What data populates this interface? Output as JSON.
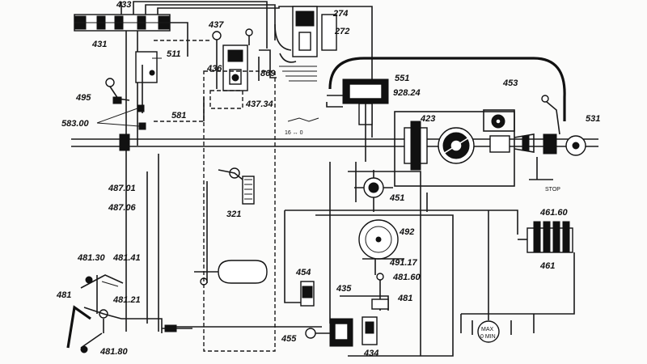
{
  "labels": {
    "l433": "433",
    "l431": "431",
    "l437": "437",
    "l436": "436",
    "l274": "274",
    "l272": "272",
    "l511": "511",
    "l869": "869",
    "l437_34": "437.34",
    "l551": "551",
    "l928_24": "928.24",
    "l453": "453",
    "l495": "495",
    "l583_00": "583.00",
    "l581": "581",
    "l423": "423",
    "l531": "531",
    "l487_01": "487.01",
    "l487_06": "487.06",
    "l321": "321",
    "l451": "451",
    "l461_60": "461.60",
    "l461": "461",
    "l492": "492",
    "l491_17": "491.17",
    "l454": "454",
    "l481_60": "481.60",
    "l481_30": "481.30",
    "l481_41": "481.41",
    "l481_21": "481.21",
    "l481a": "481",
    "l481b": "481",
    "l435": "435",
    "l455": "455",
    "l434": "434",
    "l481_80": "481.80",
    "l16_0": "16 ↔ 0",
    "stop": "STOP",
    "max": "MAX",
    "min": "0 MIN"
  }
}
